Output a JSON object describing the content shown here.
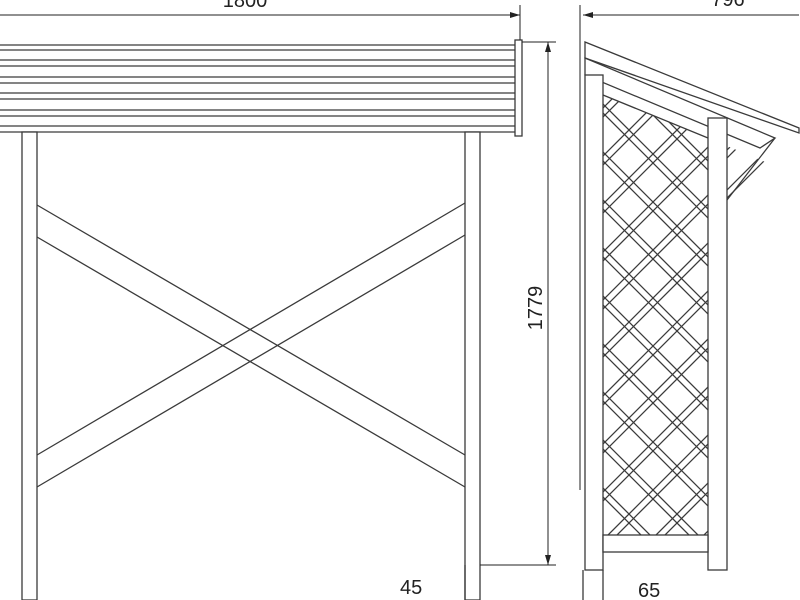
{
  "title": "Wooden log store technical drawing",
  "dimensions": {
    "front_width": "1800",
    "side_depth": "796",
    "height": "1779",
    "post_front": "45",
    "post_side": "65"
  }
}
